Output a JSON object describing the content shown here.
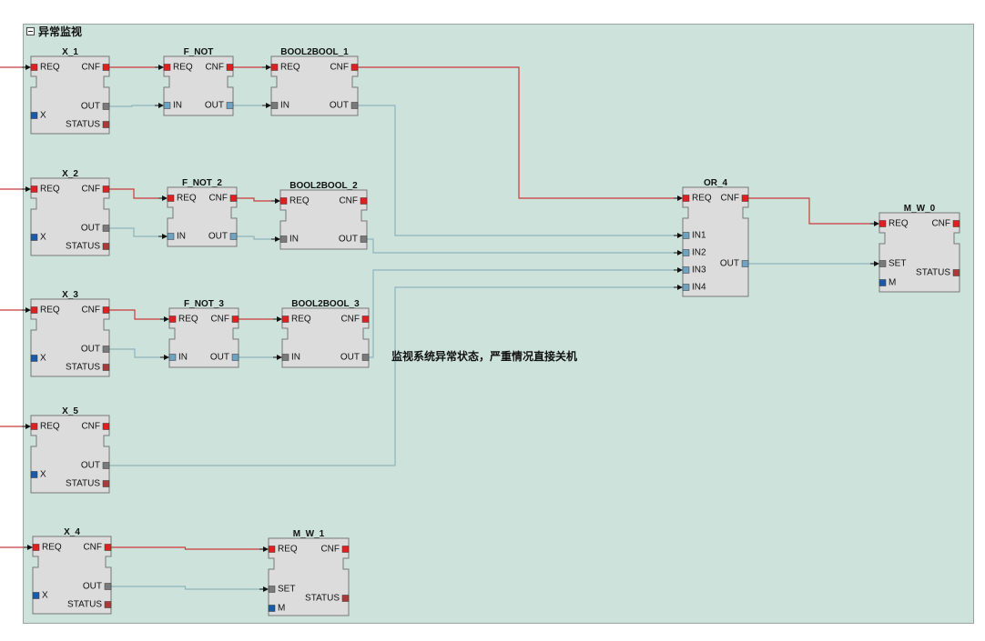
{
  "group": {
    "title": "异常监视"
  },
  "comment": "监视系统异常状态，严重情况直接关机",
  "labels": {
    "REQ": "REQ",
    "CNF": "CNF",
    "OUT": "OUT",
    "STATUS": "STATUS",
    "X": "X",
    "IN": "IN",
    "SET": "SET",
    "M": "M",
    "IN1": "IN1",
    "IN2": "IN2",
    "IN3": "IN3",
    "IN4": "IN4"
  },
  "blocks": {
    "X_1": "X_1",
    "X_2": "X_2",
    "X_3": "X_3",
    "X_5": "X_5",
    "X_4": "X_4",
    "F_NOT": "F_NOT",
    "F_NOT_2": "F_NOT_2",
    "F_NOT_3": "F_NOT_3",
    "BOOL2BOOL_1": "BOOL2BOOL_1",
    "BOOL2BOOL_2": "BOOL2BOOL_2",
    "BOOL2BOOL_3": "BOOL2BOOL_3",
    "OR_4": "OR_4",
    "M_W_0": "M_W_0",
    "M_W_1": "M_W_1"
  },
  "colors": {
    "event_port": "#e02020",
    "data_in_port": "#1a5aa8",
    "bool_in_port": "#6fa3c2",
    "out_port": "#7a7a7a",
    "status_port": "#a83a3a",
    "event_wire": "#cc3b3b",
    "data_wire": "#8eb4bd",
    "block_fill": "#dcdcdc",
    "background": "#cde2da"
  }
}
